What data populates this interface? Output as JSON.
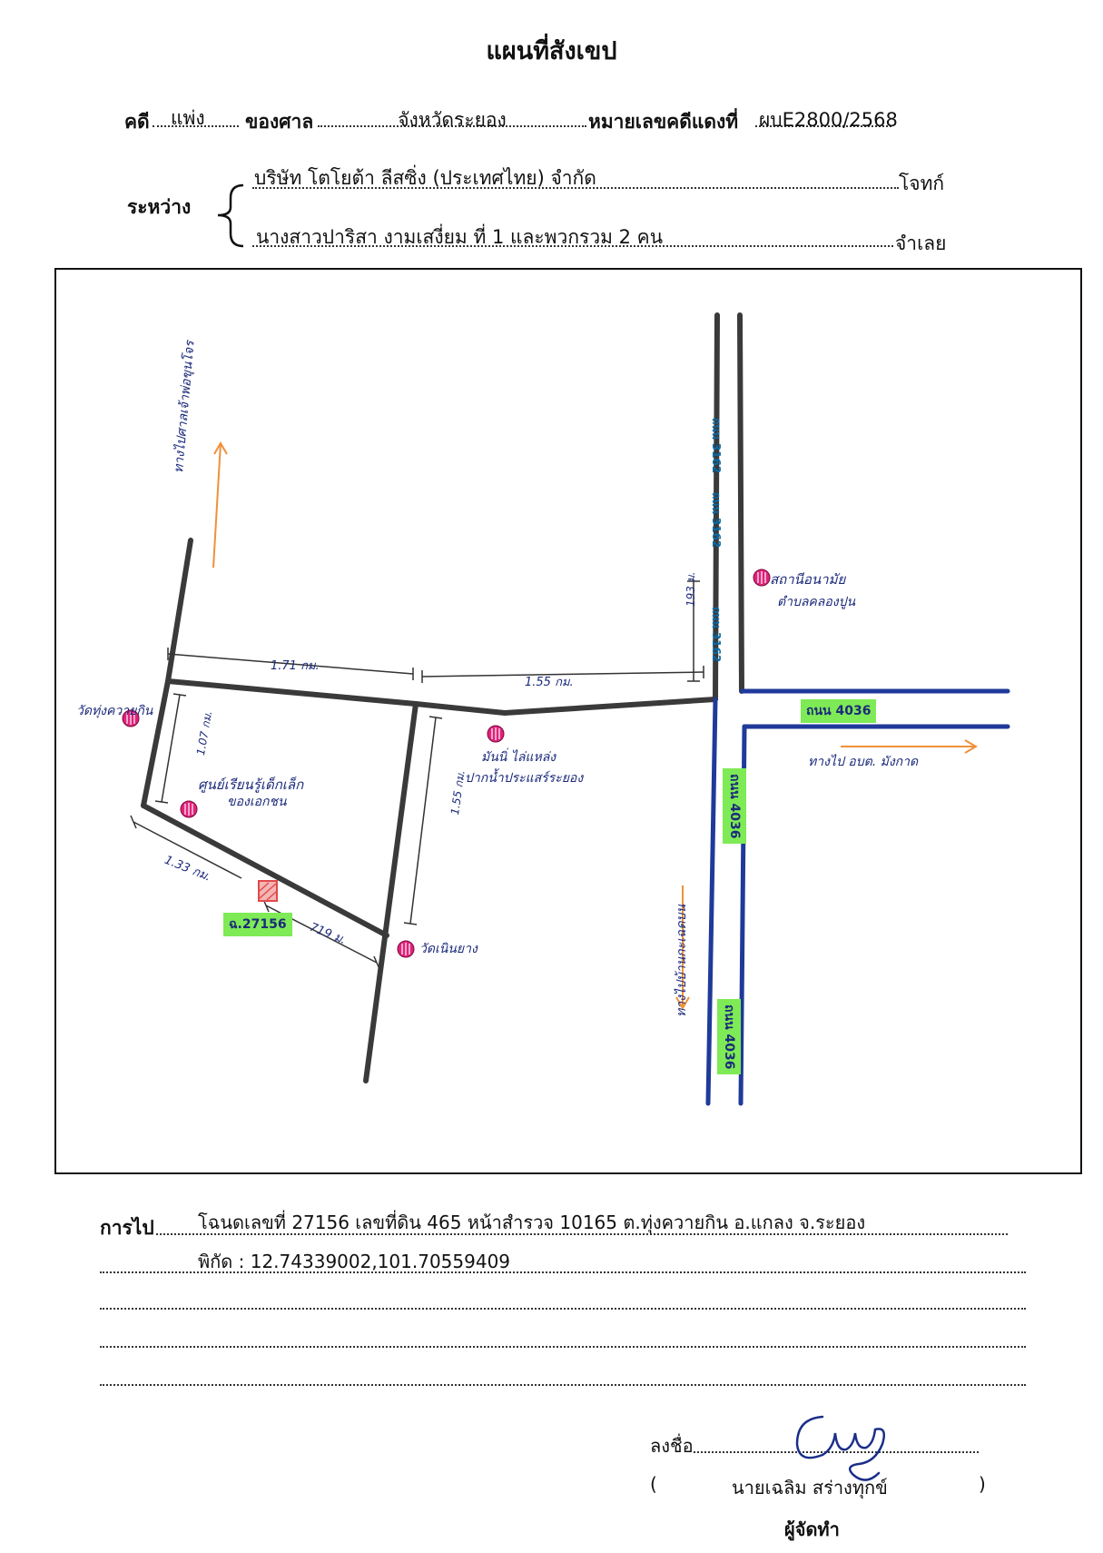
{
  "header": {
    "title": "แผนที่สังเขป",
    "case_label": "คดี",
    "case_type": "แพ่ง",
    "court_label": "ของศาล",
    "court_name": "จังหวัดระยอง",
    "red_no_label": "หมายเลขคดีแดงที่",
    "red_no": "ผบE2800/2568",
    "between_label": "ระหว่าง",
    "plaintiff": "บริษัท โตโยต้า ลีสซิ่ง (ประเทศไทย) จำกัด",
    "plaintiff_role": "โจทก์",
    "defendant": "นางสาวปาริสา  งามเสงี่ยม  ที่ 1 และพวกรวม 2 คน",
    "defendant_role": "จำเลย"
  },
  "map": {
    "labels": {
      "north_arrow_text": "ทางไปศาลเจ้าพ่อขุนโจร",
      "temple_west": "วัดทุ่งควายกิน",
      "child_center": "ศูนย์เรียนรู้เด็กเล็ก",
      "child_center_sub": "ของเอกชน",
      "factory": "มันนิ่ ไล่แหล่ง",
      "factory_sub": "ปากน้ำประแสร์ระยอง",
      "temple_south": "วัดเนินยาง",
      "health_center": "สถานีอนามัย",
      "health_center_sub": "ตำบลคลองปูน",
      "to_east": "ทางไป อบต. มังกาด",
      "to_south": "ทางไปบ้านกะเฉดบน",
      "parcel": "ฉ.27156",
      "road_3162_a": "ถนน 3162",
      "road_3162_b": "ถนน 3162",
      "road_3162_c": "ถนน 3162",
      "road_4036_a": "ถนน 4036",
      "road_4036_b": "ถนน 4036",
      "road_4036_c": "ถนน 4036"
    },
    "distances": {
      "d_top_left": "1.71 กม.",
      "d_top_right": "1.55 กม.",
      "d_vertical_right": "193 ม.",
      "d_left_vertical": "1.07 กม.",
      "d_mid_vertical": "1.55 กม.",
      "d_diagonal": "1.33 กม.",
      "d_parcel_temple": "719 ม."
    },
    "colors": {
      "road_gray": "#3a3a3a",
      "road_blue": "#1f3a9a",
      "pin": "#e0227a",
      "arrow": "#f0903a",
      "highlight": "#7eea55",
      "parcel": "#e04a4a"
    }
  },
  "footer": {
    "directions_label": "การไป",
    "line1": "โฉนดเลขที่ 27156 เลขที่ดิน 465 หน้าสำรวจ 10165 ต.ทุ่งควายกิน อ.แกลง จ.ระยอง",
    "line2": "พิกัด : 12.74339002,101.70559409",
    "sign_label": "ลงชื่อ",
    "signer_name": "นายเฉลิม  สร่างทุกข์",
    "paren_open": "(",
    "paren_close": ")",
    "signer_role": "ผู้จัดทำ"
  }
}
